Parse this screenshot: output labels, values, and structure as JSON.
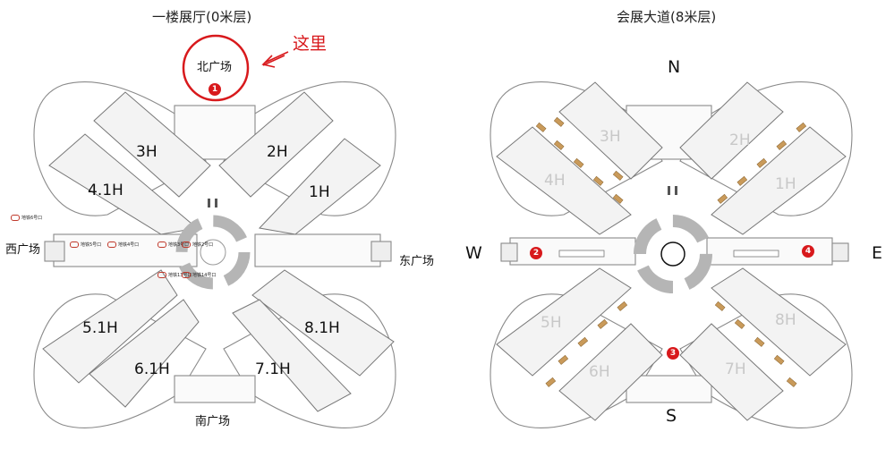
{
  "left": {
    "title": "一楼展厅(0米层)",
    "north_plaza": "北广场",
    "south_plaza": "南广场",
    "west_plaza": "西广场",
    "east_plaza": "东广场",
    "here_label": "这里",
    "marker_1": "1",
    "halls": [
      "3H",
      "2H",
      "4.1H",
      "1H",
      "5.1H",
      "8.1H",
      "6.1H",
      "7.1H"
    ],
    "metro_exits": [
      "地铁6号口",
      "地铁5号口",
      "地铁4号口",
      "地铁3号口",
      "地铁2号口",
      "地铁13号口",
      "地铁14号口"
    ]
  },
  "right": {
    "title": "会展大道(8米层)",
    "compass": {
      "n": "N",
      "s": "S",
      "w": "W",
      "e": "E"
    },
    "markers": [
      "2",
      "3",
      "4"
    ],
    "halls": [
      "3H",
      "2H",
      "4H",
      "1H",
      "5H",
      "8H",
      "6H",
      "7H"
    ]
  },
  "colors": {
    "marker_red": "#d8191c",
    "hall_fill": "#f3f3f3",
    "outline": "#8a8a8a",
    "ring": "#b5b5b5",
    "booth": "#c99a5a"
  }
}
